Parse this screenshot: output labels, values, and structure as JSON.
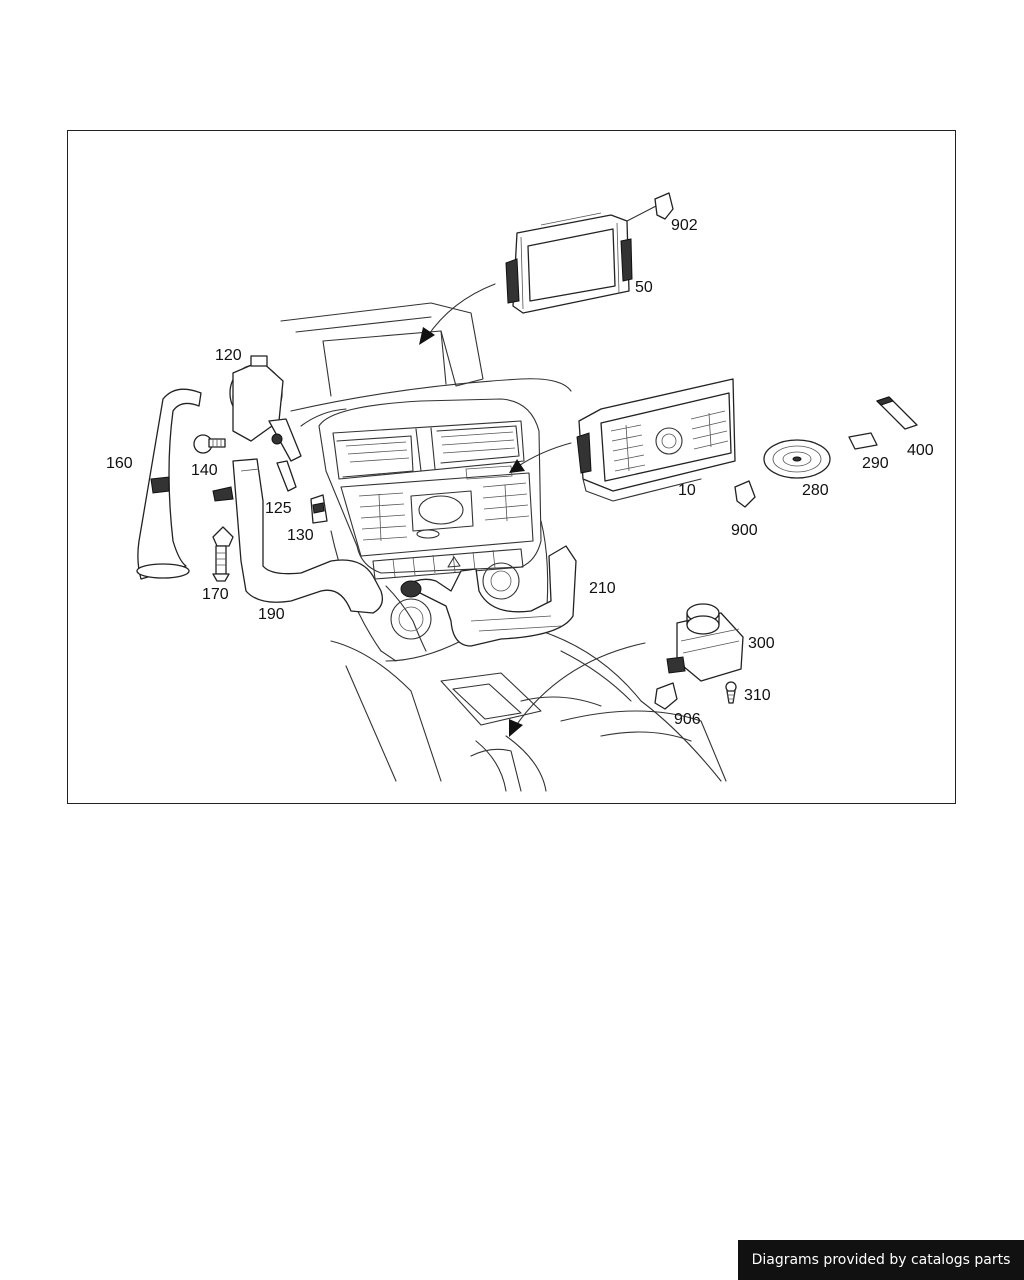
{
  "callouts": [
    {
      "id": "902",
      "label": "902"
    },
    {
      "id": "50",
      "label": "50"
    },
    {
      "id": "120",
      "label": "120"
    },
    {
      "id": "160",
      "label": "160"
    },
    {
      "id": "140",
      "label": "140"
    },
    {
      "id": "125",
      "label": "125"
    },
    {
      "id": "130",
      "label": "130"
    },
    {
      "id": "170",
      "label": "170"
    },
    {
      "id": "190",
      "label": "190"
    },
    {
      "id": "210",
      "label": "210"
    },
    {
      "id": "10",
      "label": "10"
    },
    {
      "id": "900",
      "label": "900"
    },
    {
      "id": "280",
      "label": "280"
    },
    {
      "id": "290",
      "label": "290"
    },
    {
      "id": "400",
      "label": "400"
    },
    {
      "id": "300",
      "label": "300"
    },
    {
      "id": "310",
      "label": "310"
    },
    {
      "id": "906",
      "label": "906"
    }
  ],
  "footer": {
    "text": "Diagrams provided by catalogs parts"
  }
}
